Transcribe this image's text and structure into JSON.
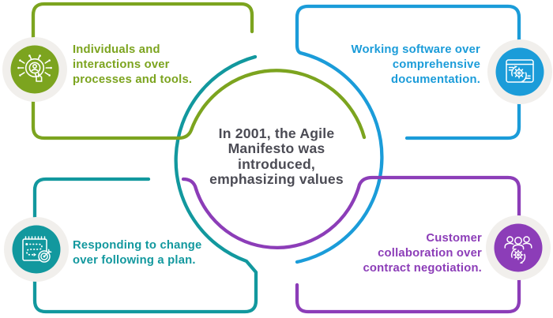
{
  "colors": {
    "green": "#7ca41f",
    "blue": "#1b9cd9",
    "teal": "#12989e",
    "purple": "#8c3db8",
    "center_text": "#4b4b54",
    "icon_ring": "#f1efec",
    "icon_stroke": "#ffffff"
  },
  "center": {
    "lines": [
      "In 2001, the Agile",
      "Manifesto was",
      "introduced,",
      "emphasizing values"
    ]
  },
  "quadrants": [
    {
      "id": "individuals-interactions",
      "position": "top-left",
      "color": "#7ca41f",
      "icon": "interaction-idea-icon",
      "lines": [
        "Individuals and",
        "interactions over",
        "processes and tools."
      ]
    },
    {
      "id": "working-software",
      "position": "top-right",
      "color": "#1b9cd9",
      "icon": "working-software-icon",
      "lines": [
        "Working software over",
        "comprehensive",
        "documentation."
      ]
    },
    {
      "id": "responding-to-change",
      "position": "bottom-left",
      "color": "#12989e",
      "icon": "plan-target-icon",
      "lines": [
        "Responding to change",
        "over following a plan."
      ]
    },
    {
      "id": "customer-collaboration",
      "position": "bottom-right",
      "color": "#8c3db8",
      "icon": "collaboration-icon",
      "lines": [
        "Customer",
        "collaboration over",
        "contract negotiation."
      ]
    }
  ]
}
